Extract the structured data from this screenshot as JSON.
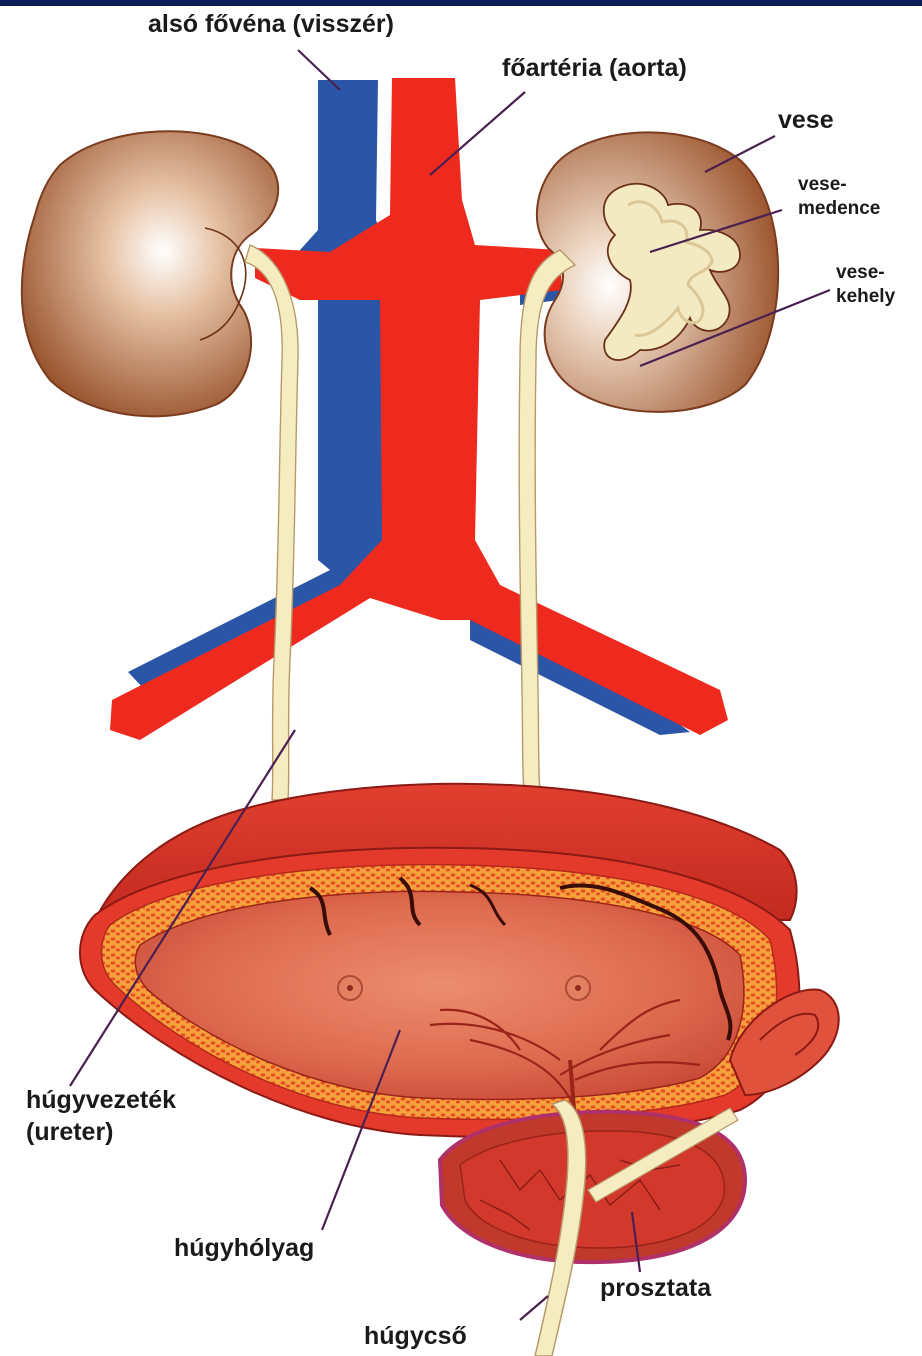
{
  "labels": {
    "vena_cava": "alsó fővéna (visszér)",
    "aorta": "főartéria (aorta)",
    "kidney": "vese",
    "renal_pelvis_1": "vese-",
    "renal_pelvis_2": "medence",
    "calyx_1": "vese-",
    "calyx_2": "kehely",
    "ureter_1": "húgyvezeték",
    "ureter_2": "(ureter)",
    "bladder": "húgyhólyag",
    "prostate": "prosztata",
    "urethra": "húgycső"
  },
  "colors": {
    "artery": "#ee2a1e",
    "vein": "#2b56a8",
    "kidney": "#a8643a",
    "ureter": "#f6ecc2",
    "bladder_wall": "#d9362a",
    "prostate": "#c9302a",
    "label_text": "#1a1a1a",
    "leader_line": "#4a2050",
    "top_bar": "#0b1e55"
  }
}
